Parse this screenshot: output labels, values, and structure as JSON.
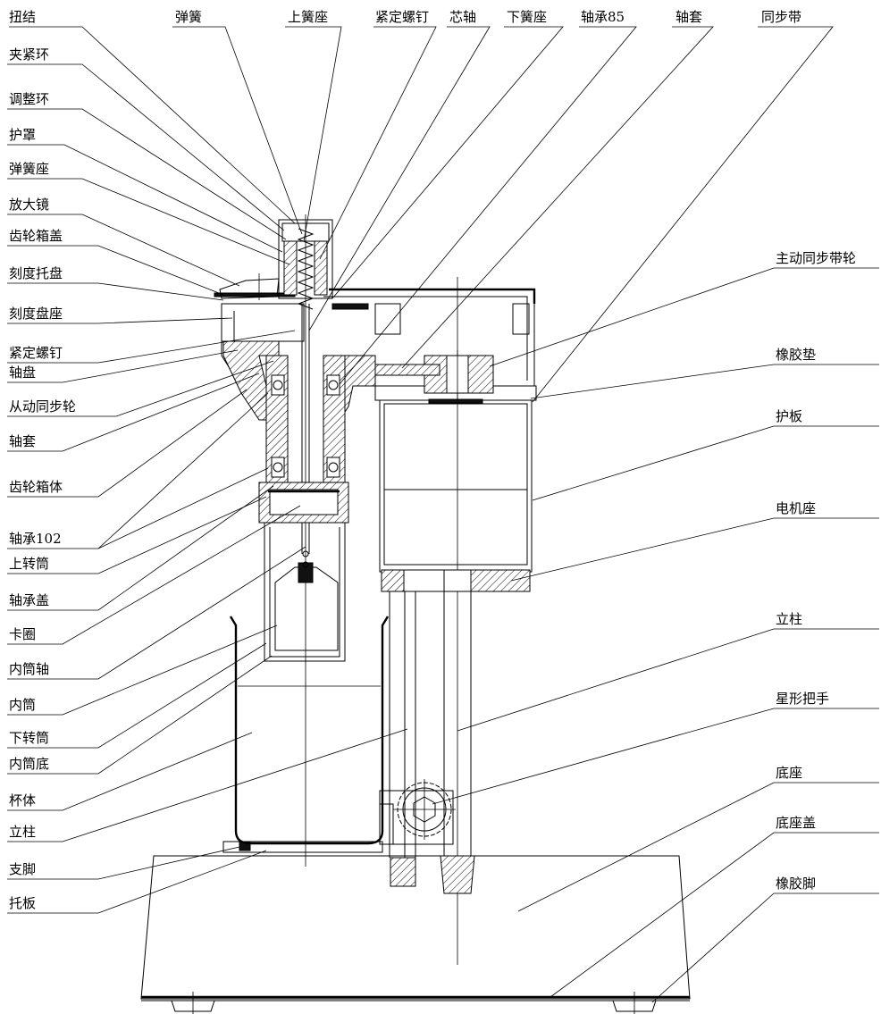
{
  "labels": {
    "top": [
      "扭结",
      "弹簧",
      "上簧座",
      "紧定螺钉",
      "芯轴",
      "下簧座",
      "轴承85",
      "轴套",
      "同步带"
    ],
    "left": [
      "夹紧环",
      "调整环",
      "护罩",
      "弹簧座",
      "放大镜",
      "齿轮箱盖",
      "刻度托盘",
      "刻度盘座",
      "紧定螺钉",
      "轴盘",
      "从动同步轮",
      "轴套",
      "齿轮箱体",
      "轴承102",
      "上转筒",
      "轴承盖",
      "卡圈",
      "内筒轴",
      "内筒",
      "下转筒",
      "内筒底",
      "杯体",
      "立柱",
      "支脚",
      "托板"
    ],
    "right": [
      "主动同步带轮",
      "橡胶垫",
      "护板",
      "电机座",
      "立柱",
      "星形把手",
      "底座",
      "底座盖",
      "橡胶脚"
    ]
  }
}
